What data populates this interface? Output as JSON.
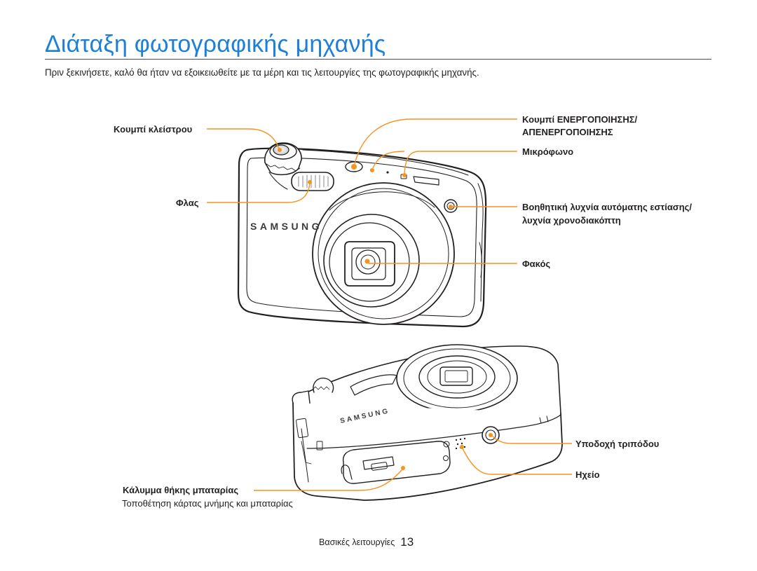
{
  "page": {
    "title": "Διάταξη φωτογραφικής μηχανής",
    "intro": "Πριν ξεκινήσετε, καλό θα ήταν να εξοικειωθείτε με τα μέρη και τις λειτουργίες της φωτογραφικής μηχανής.",
    "accent_color": "#1d7fd6",
    "callout_color": "#f7941d"
  },
  "labels": {
    "shutter": "Κουμπί κλείστρου",
    "flash": "Φλας",
    "power_line1": "Κουμπί ΕΝΕΡΓΟΠΟΙΗΣΗΣ/",
    "power_line2": "ΑΠΕΝΕΡΓΟΠΟΙΗΣΗΣ",
    "microphone": "Μικρόφωνο",
    "af_lamp_line1": "Βοηθητική λυχνία αυτόματης εστίασης/",
    "af_lamp_line2": "λυχνία χρονοδιακόπτη",
    "lens": "Φακός",
    "tripod": "Υποδοχή τριπόδου",
    "speaker": "Ηχείο",
    "battery_cover": "Κάλυμμα θήκης μπαταρίας",
    "battery_cover_note": "Τοποθέτηση κάρτας μνήμης και μπαταρίας"
  },
  "camera": {
    "brand_front": "SAMSUNG",
    "brand_bottom": "SAMSUNG"
  },
  "footer": {
    "section": "Βασικές λειτουργίες",
    "page_number": "13"
  }
}
